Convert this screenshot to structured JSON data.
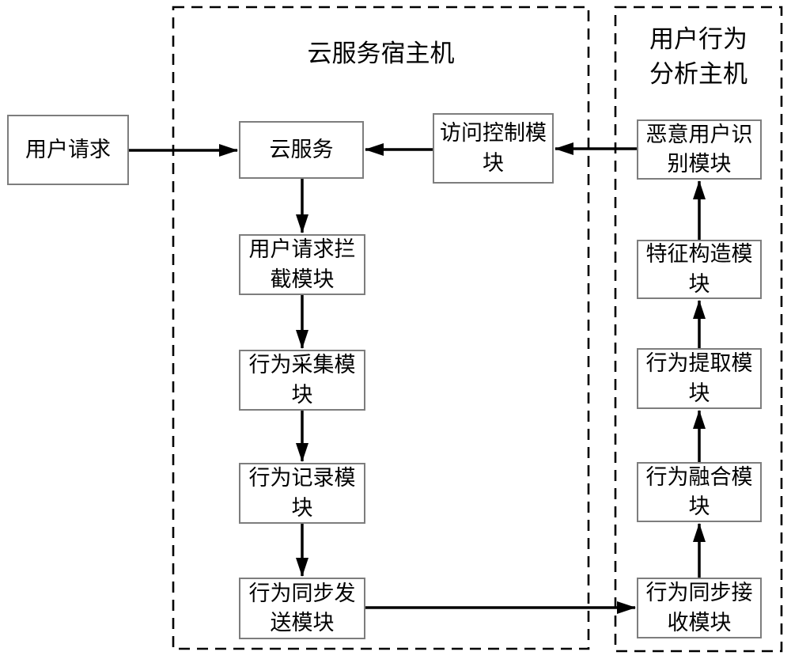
{
  "diagram": {
    "colors": {
      "background": "#ffffff",
      "arrow": "#000000",
      "container_border": "#000000",
      "node_border": "#7d7d7d",
      "text": "#000000"
    },
    "containers": {
      "cloud_host": {
        "title": "云服务宿主机"
      },
      "analysis_host": {
        "title": "用户行为分析主机"
      }
    },
    "nodes": {
      "user_request": {
        "label": "用户请求"
      },
      "cloud_service": {
        "label": "云服务"
      },
      "access_control": {
        "label": "访问控制模块"
      },
      "request_intercept": {
        "label": "用户请求拦截模块"
      },
      "behavior_collect": {
        "label": "行为采集模块"
      },
      "behavior_record": {
        "label": "行为记录模块"
      },
      "behavior_sync_send": {
        "label": "行为同步发送模块"
      },
      "behavior_sync_receive": {
        "label": "行为同步接收模块"
      },
      "behavior_fusion": {
        "label": "行为融合模块"
      },
      "behavior_extract": {
        "label": "行为提取模块"
      },
      "feature_construct": {
        "label": "特征构造模块"
      },
      "malicious_user_identify": {
        "label": "恶意用户识别模块"
      }
    }
  }
}
